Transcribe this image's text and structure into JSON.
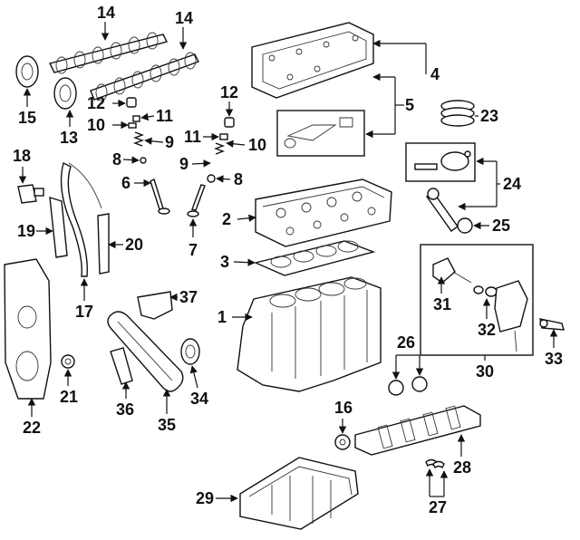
{
  "callouts": {
    "c1": "1",
    "c2": "2",
    "c3": "3",
    "c4": "4",
    "c5": "5",
    "c6": "6",
    "c7": "7",
    "c8a": "8",
    "c8b": "8",
    "c9a": "9",
    "c9b": "9",
    "c10a": "10",
    "c10b": "10",
    "c11a": "11",
    "c11b": "11",
    "c12a": "12",
    "c12b": "12",
    "c13": "13",
    "c14a": "14",
    "c14b": "14",
    "c15": "15",
    "c16": "16",
    "c17": "17",
    "c18": "18",
    "c19": "19",
    "c20": "20",
    "c21": "21",
    "c22": "22",
    "c23": "23",
    "c24": "24",
    "c25": "25",
    "c26": "26",
    "c27": "27",
    "c28": "28",
    "c29": "29",
    "c30": "30",
    "c31": "31",
    "c32": "32",
    "c33": "33",
    "c34": "34",
    "c35": "35",
    "c36": "36",
    "c37": "37"
  }
}
